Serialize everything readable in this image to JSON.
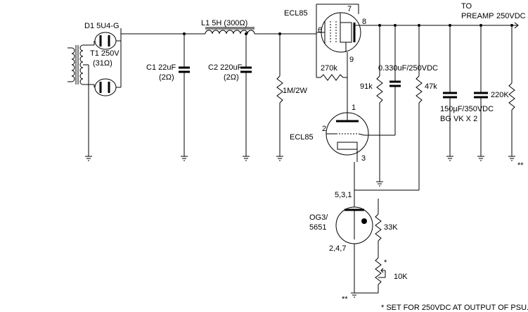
{
  "labels": {
    "d1": "D1 5U4-G",
    "t1_line1": "T1 250V",
    "t1_line2": "(31Ω)",
    "l1": "L1 5H (300Ω)",
    "c1_line1": "C1 22uF",
    "c1_line2": "(2Ω)",
    "c2_line1": "C2 220uF",
    "c2_line2": "(2Ω)",
    "r_bleeder": "1M/2W",
    "tube_top": "ECL85",
    "tube_bottom": "ECL85",
    "r_270k": "270k",
    "c_coupling": "0.330uF/250VDC",
    "r_91k": "91k",
    "r_47k": "47k",
    "to_line1": "TO",
    "to_line2": "PREAMP",
    "out_voltage": "250VDC",
    "caps_line1": "150µF/350VDC",
    "caps_line2": "BG VK  X 2",
    "r_220k": "220K",
    "ref_tube_line1": "OG3/",
    "ref_tube_line2": "5651",
    "pins_top": "5,3,1",
    "pins_bottom": "2,4,7",
    "r_33k": "33K",
    "pot_10k": "10K",
    "pot_mark": "*",
    "star2_right": "**",
    "star2_bottom": "**",
    "footnote": "* SET FOR 250VDC AT OUTPUT OF PSU.",
    "pin7": "7",
    "pin6": "6",
    "pin8": "8",
    "pin9": "9",
    "pin1": "1",
    "pin2": "2",
    "pin3": "3"
  }
}
